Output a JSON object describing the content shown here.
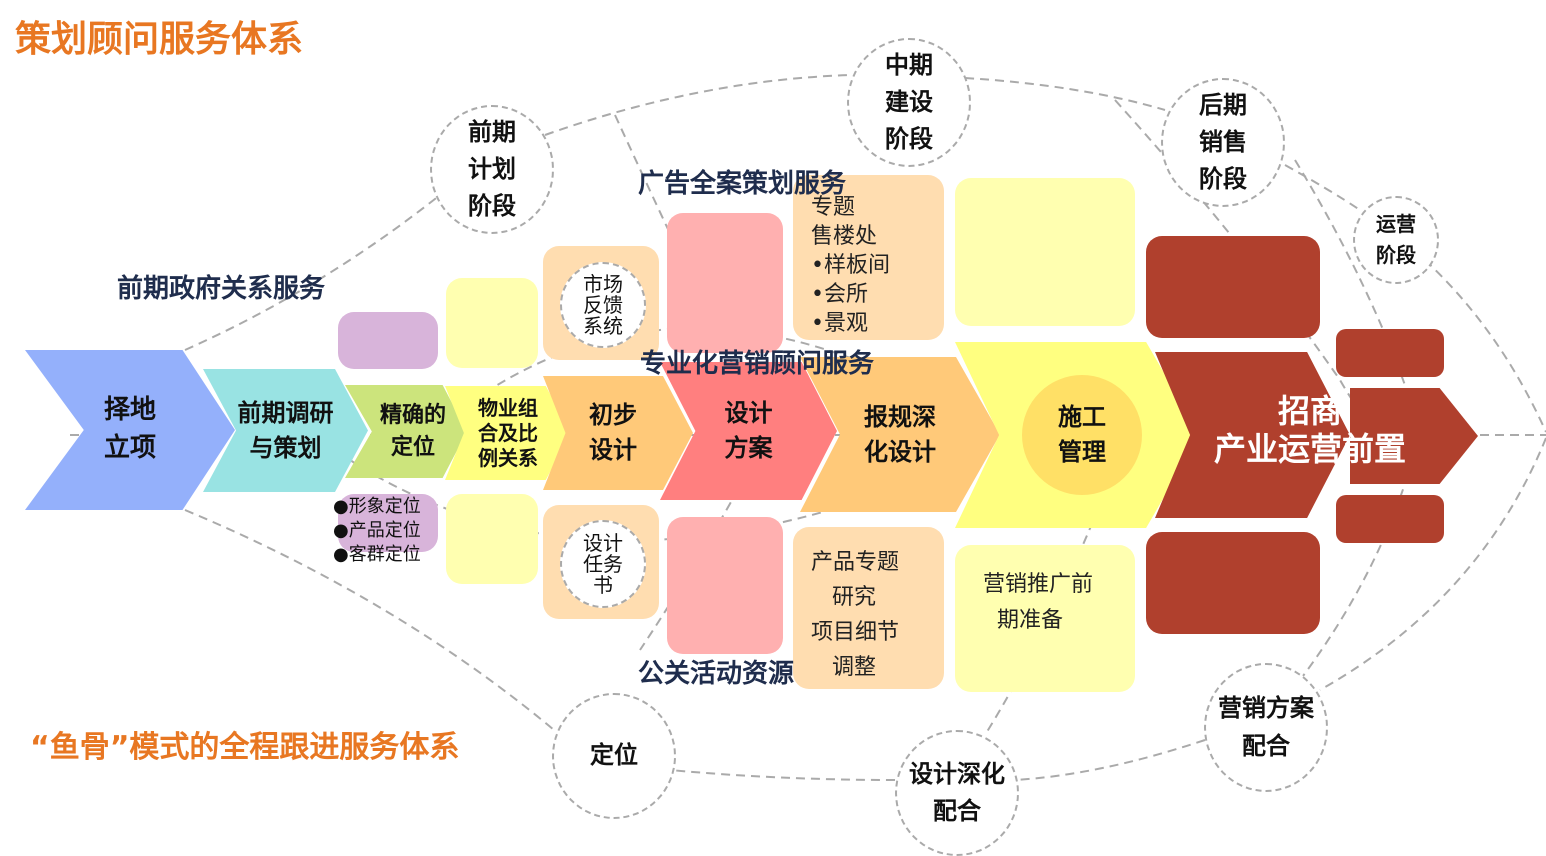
{
  "title": "策划顾问服务体系",
  "subtitle": "“鱼骨”模式的全程跟进服务体系",
  "services": {
    "gov": "前期政府关系服务",
    "ad": "广告全案策划服务",
    "marketing": "专业化营销顾问服务",
    "pr": "公关活动资源"
  },
  "stages": [
    {
      "label": "择地\n立项",
      "color": "#94B0FB"
    },
    {
      "label": "前期调研\n与策划",
      "color": "#99E3E3"
    },
    {
      "label": "精确的\n定位",
      "color": "#CCE47C"
    },
    {
      "label": "物业组\n合及比\n例关系",
      "color": "#FFFF80"
    },
    {
      "label": "初步\n设计",
      "color": "#FFC979"
    },
    {
      "label": "设计\n方案",
      "color": "#FF7F7F"
    },
    {
      "label": "报规深\n化设计",
      "color": "#FFC979"
    },
    {
      "label": "施工\n管理",
      "color": "#FFFF80"
    },
    {
      "label": "招商\n产业运营前置",
      "color": "#B0402D"
    }
  ],
  "phases": {
    "early": "前期\n计划\n阶段",
    "mid": "中期\n建设\n阶段",
    "late": "后期\n销售\n阶段",
    "ops": "运营\n阶段",
    "position": "定位",
    "design_deep": "设计深化\n配合",
    "marketing_plan": "营销方案\n配合"
  },
  "inner_circles": {
    "feedback": "市场\n反馈\n系统",
    "brief": "设计\n任务\n书"
  },
  "notes": {
    "positioning": [
      "●形象定位",
      "●产品定位",
      "●客群定位"
    ],
    "ad_items": "专题\n售楼处\n•样板间\n•会所\n•景观",
    "product": "产品专题\n   研究\n项目细节\n   调整",
    "marketing_prep": "营销推广前\n  期准备"
  }
}
